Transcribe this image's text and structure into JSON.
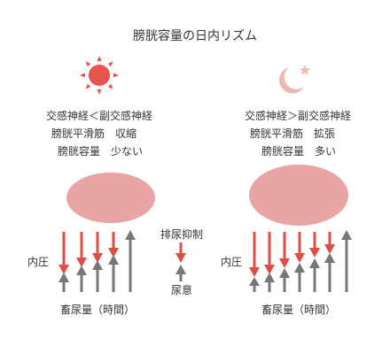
{
  "title": "膀胱容量の日内リズム",
  "day": {
    "icon": "sun-icon",
    "lines": [
      "交感神経＜副交感神経",
      "膀胱平滑筋　収縮",
      "膀胱容量　少ない"
    ]
  },
  "night": {
    "icon": "moon-icon",
    "lines": [
      "交感神経＞副交感神経",
      "膀胱平滑筋　拡張",
      "膀胱容量　多い"
    ]
  },
  "labels": {
    "internal_pressure": "内圧",
    "storage_time": "畜尿量（時間）",
    "inhibition": "排尿抑制",
    "urge": "尿意"
  },
  "colors": {
    "sun": "#e8554e",
    "moon": "#f0b6b1",
    "bladder": "#e9a5a5",
    "inhibition_arrow": "#e04d47",
    "pressure_arrow": "#777777",
    "text": "#333333"
  }
}
